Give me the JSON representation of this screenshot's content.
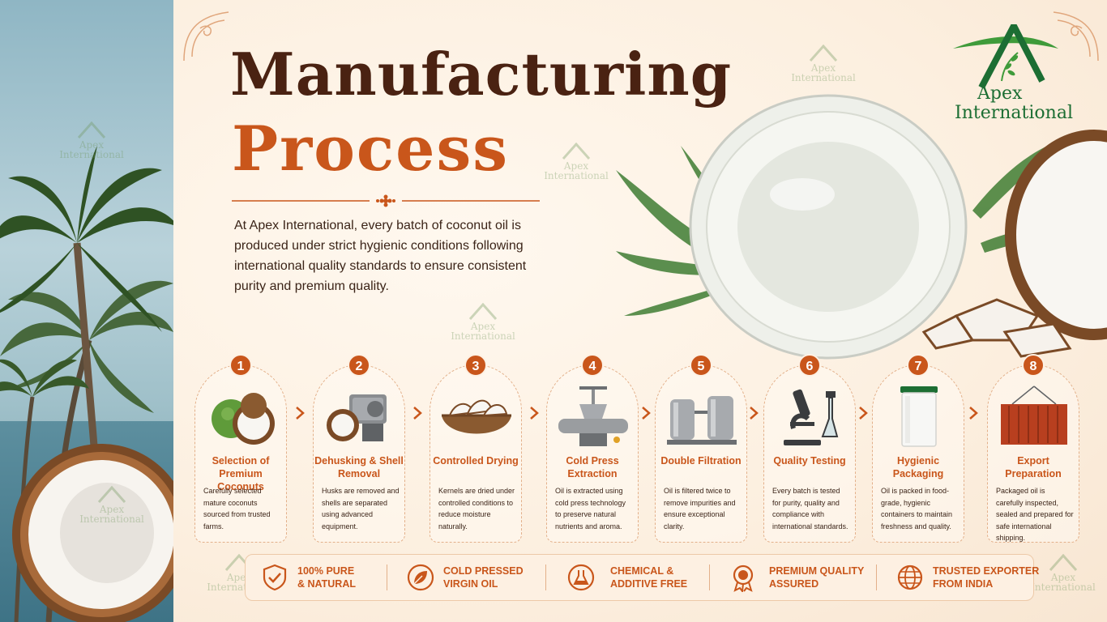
{
  "title": {
    "line1": "Manufacturing",
    "line2": "Process"
  },
  "intro": "At Apex International, every batch of coconut oil is produced under strict hygienic conditions following international quality standards to ensure consistent purity and premium quality.",
  "brand": {
    "line1": "Apex",
    "line2": "International",
    "watermark_line1": "Apex",
    "watermark_line2": "International"
  },
  "colors": {
    "accent": "#c9561b",
    "dark": "#4a2212",
    "brand_green": "#1c6e33",
    "background": "#fdf1e4"
  },
  "steps": [
    {
      "number": "1",
      "title": "Selection of Premium Coconuts",
      "description": "Carefully selected mature coconuts sourced from trusted farms.",
      "icon": "coconut-icon"
    },
    {
      "number": "2",
      "title": "Dehusking & Shell Removal",
      "description": "Husks are removed and shells are separated using advanced equipment.",
      "icon": "dehusking-machine-icon"
    },
    {
      "number": "3",
      "title": "Controlled Drying",
      "description": "Kernels are dried under controlled conditions to reduce moisture naturally.",
      "icon": "drying-basket-icon"
    },
    {
      "number": "4",
      "title": "Cold Press Extraction",
      "description": "Oil is extracted using cold press technology to preserve natural nutrients and aroma.",
      "icon": "cold-press-icon"
    },
    {
      "number": "5",
      "title": "Double Filtration",
      "description": "Oil is filtered twice to remove impurities and ensure exceptional clarity.",
      "icon": "filtration-tanks-icon"
    },
    {
      "number": "6",
      "title": "Quality Testing",
      "description": "Every batch is tested for purity, quality and compliance with international standards.",
      "icon": "microscope-icon"
    },
    {
      "number": "7",
      "title": "Hygienic Packaging",
      "description": "Oil is packed in food-grade, hygienic containers to maintain freshness and quality.",
      "icon": "container-drum-icon"
    },
    {
      "number": "8",
      "title": "Export Preparation",
      "description": "Packaged oil is carefully inspected, sealed and prepared for safe international shipping.",
      "icon": "shipping-container-icon"
    }
  ],
  "features": [
    {
      "line1": "100% PURE",
      "line2": "& NATURAL",
      "icon": "shield-check-icon"
    },
    {
      "line1": "COLD PRESSED",
      "line2": "VIRGIN OIL",
      "icon": "leaf-icon"
    },
    {
      "line1": "CHEMICAL &",
      "line2": "ADDITIVE FREE",
      "icon": "flask-icon"
    },
    {
      "line1": "PREMIUM QUALITY",
      "line2": "ASSURED",
      "icon": "award-badge-icon"
    },
    {
      "line1": "TRUSTED EXPORTER",
      "line2": "FROM INDIA",
      "icon": "globe-icon"
    }
  ]
}
